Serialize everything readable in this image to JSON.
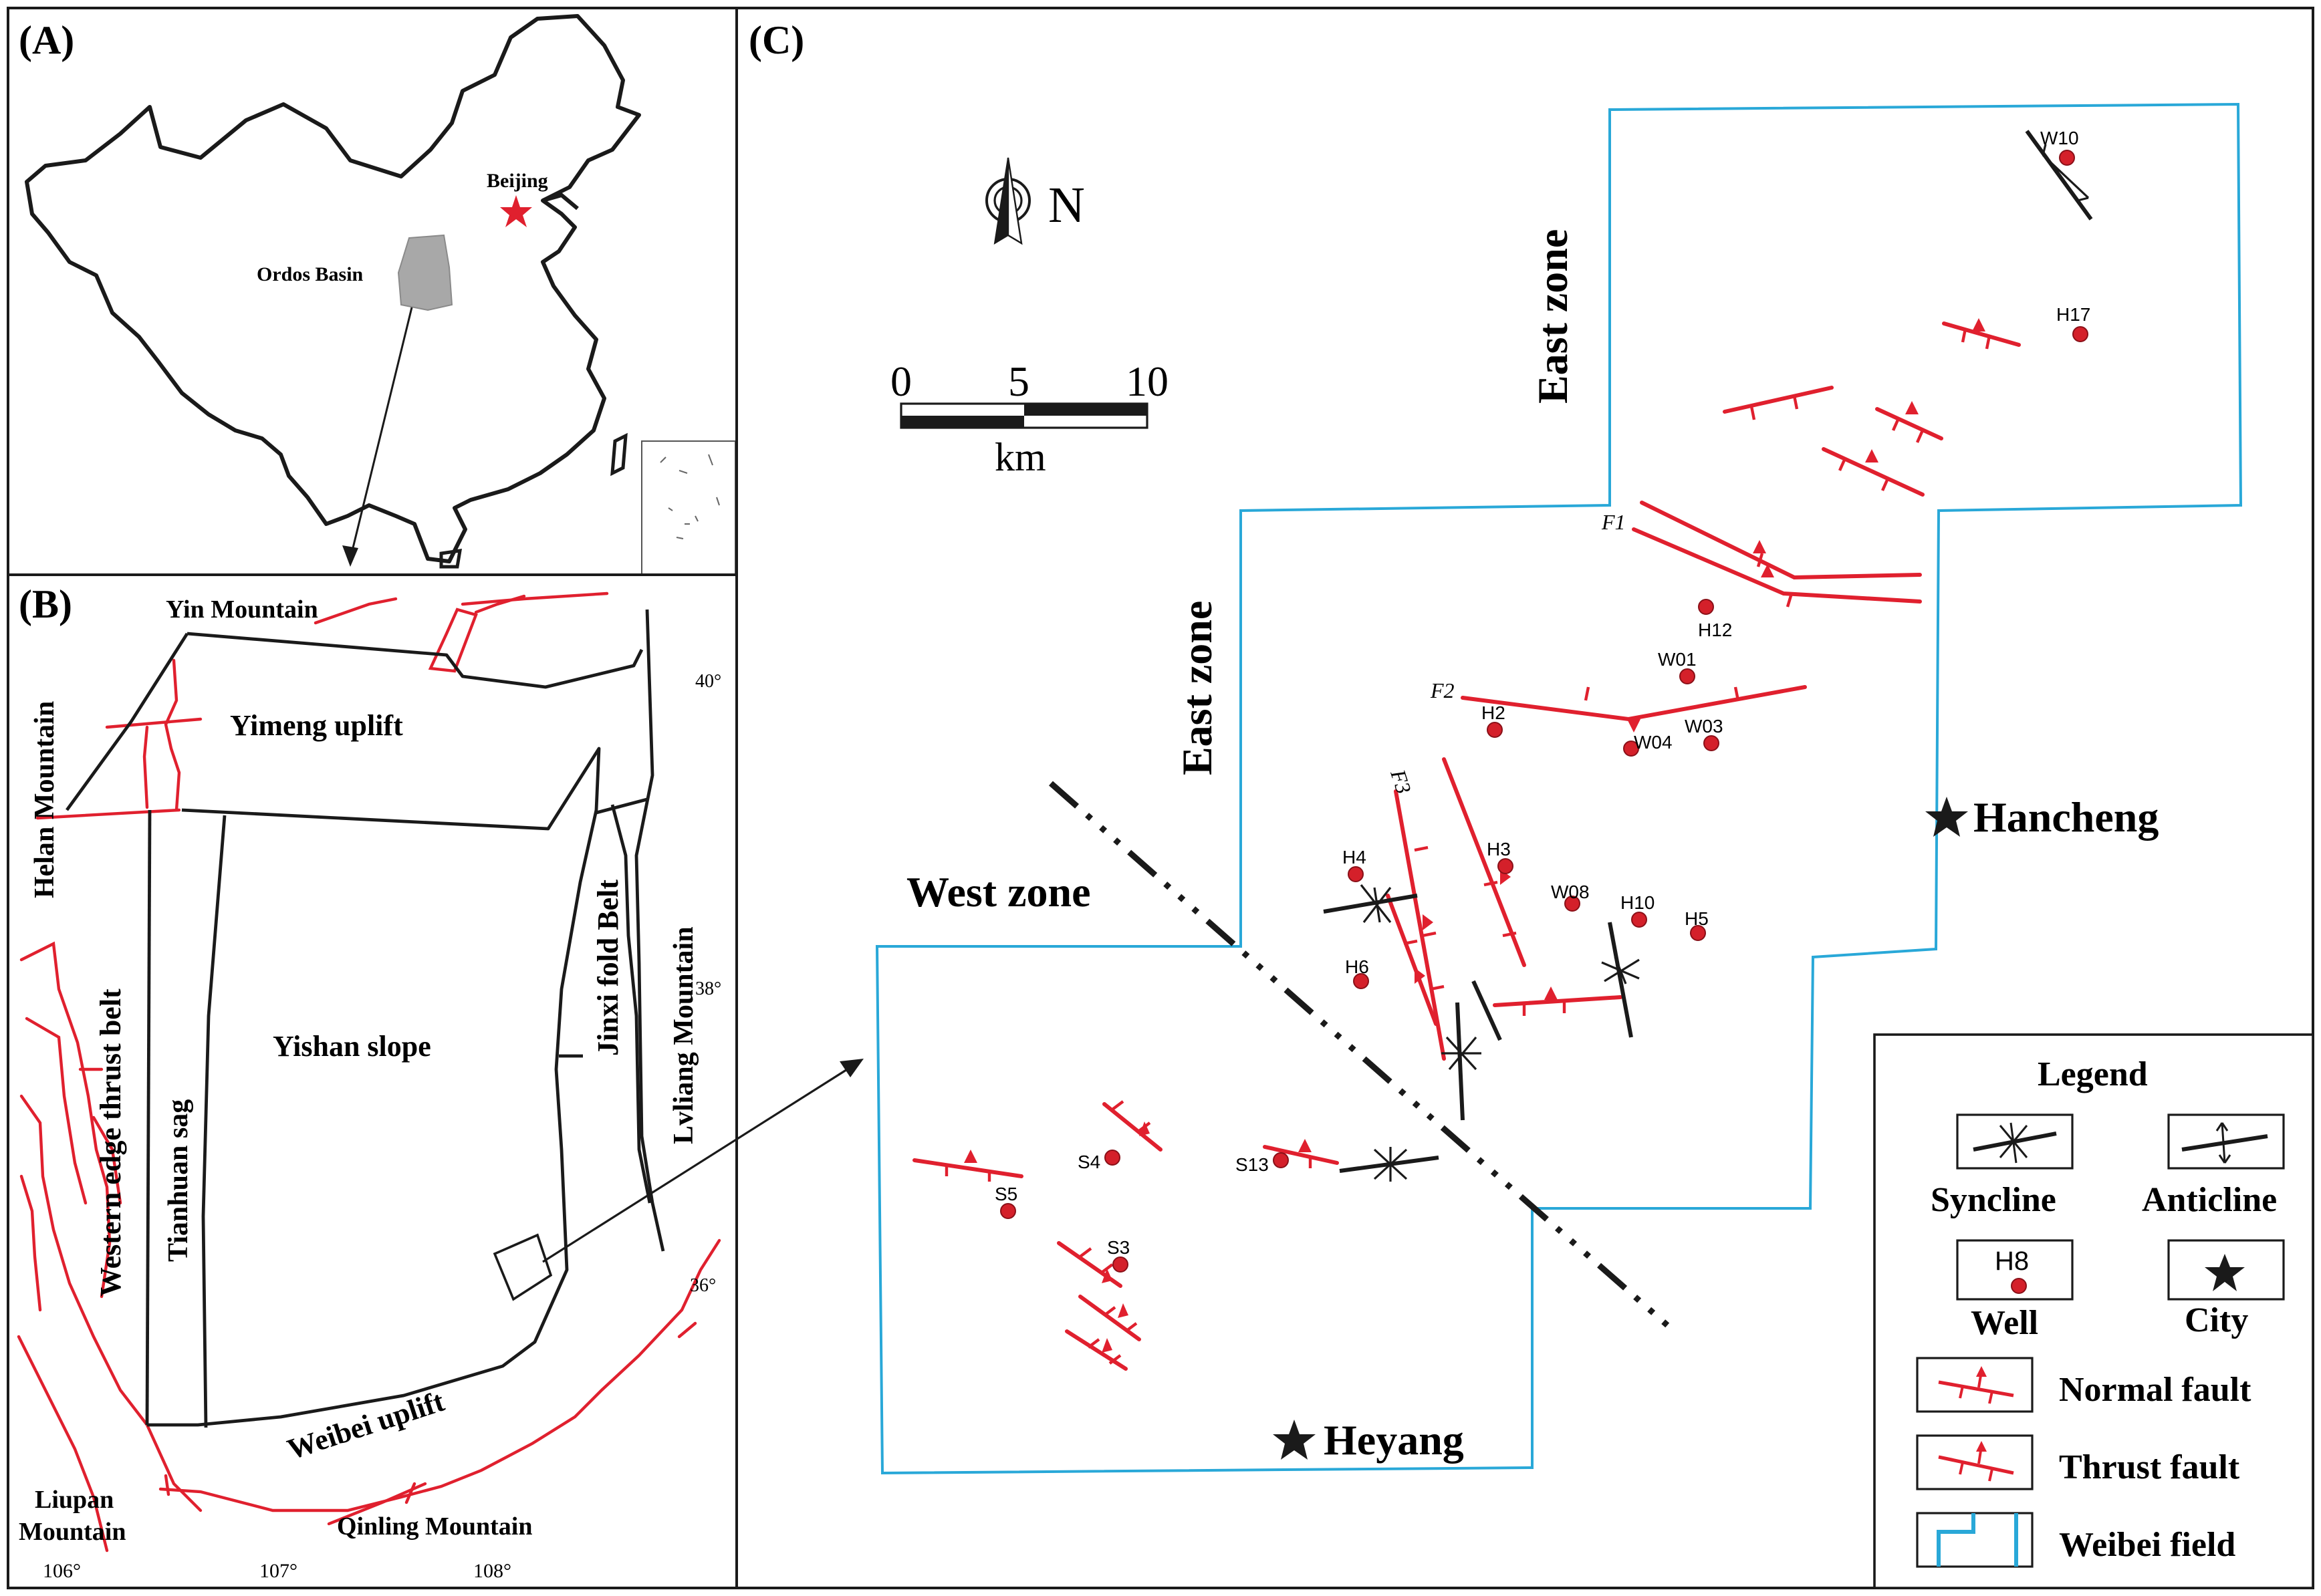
{
  "colors": {
    "fault": "#e0202e",
    "field": "#29a8d8",
    "well": "#d4202a",
    "outline": "#1a1a1a"
  },
  "panel_a": {
    "label": "(A)",
    "beijing": "Beijing",
    "ordos": "Ordos Basin"
  },
  "panel_b": {
    "label": "(B)",
    "yin_mountain": "Yin Mountain",
    "helan_mountain": "Helan Mountain",
    "yimeng_uplift": "Yimeng uplift",
    "western_edge": "Western edge thrust belt",
    "tianhuan_sag": "Tianhuan sag",
    "yishan_slope": "Yishan slope",
    "jinxi_fold": "Jinxi fold Belt",
    "lvliang": "Lvliang Mountain",
    "weibei_uplift": "Weibei uplift",
    "liupan_1": "Liupan",
    "liupan_2": "Mountain",
    "qinling": "Qinling Mountain",
    "lon_106": "106°",
    "lon_107": "107°",
    "lon_108": "108°",
    "lat_40": "40°",
    "lat_38": "38°",
    "lat_36": "36°"
  },
  "panel_c": {
    "label": "(C)",
    "north": "N",
    "scale": {
      "t0": "0",
      "t5": "5",
      "t10": "10",
      "unit": "km"
    },
    "east_zone_upper": "East zone",
    "east_zone_lower": "East zone",
    "west_zone": "West zone",
    "hancheng": "Hancheng",
    "heyang": "Heyang",
    "faults": {
      "f1": "F1",
      "f2": "F2",
      "f3": "F3"
    },
    "wells": [
      "W10",
      "H17",
      "H12",
      "W01",
      "H2",
      "W04",
      "W03",
      "H3",
      "H4",
      "W08",
      "H10",
      "H5",
      "H6",
      "S4",
      "S13",
      "S5",
      "S3"
    ]
  },
  "legend": {
    "title": "Legend",
    "syncline": "Syncline",
    "anticline": "Anticline",
    "well_sample": "H8",
    "well": "Well",
    "city": "City",
    "normal_fault": "Normal fault",
    "thrust_fault": "Thrust fault",
    "weibei_field": "Weibei  field"
  }
}
